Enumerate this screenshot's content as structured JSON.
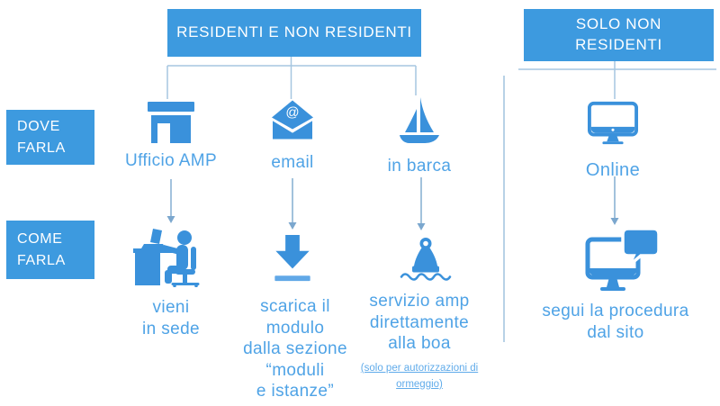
{
  "palette": {
    "box_blue": "#3D9ADF",
    "icon_blue": "#3A91DB",
    "text_blue": "#4FA3E6",
    "link_blue": "#60ABEA",
    "line_blue": "#A6C6E0",
    "arrow_blue": "#7BA7CE",
    "bar_blue": "#61A8E7"
  },
  "headers": {
    "left": "RESIDENTI E NON RESIDENTI",
    "right": "SOLO NON\nRESIDENTI"
  },
  "row_labels": {
    "dove": "DOVE\nFARLA",
    "come": "COME\nFARLA"
  },
  "where": [
    {
      "label": "Ufficio AMP",
      "icon": "office-building-icon"
    },
    {
      "label": "email",
      "icon": "open-envelope-at-icon"
    },
    {
      "label": "in barca",
      "icon": "sailboat-icon"
    },
    {
      "label": "Online",
      "icon": "desktop-monitor-icon"
    }
  ],
  "how": [
    {
      "label": "vieni\nin sede",
      "icon": "person-at-desk-icon"
    },
    {
      "label": "scarica il\nmodulo\ndalla sezione\n“moduli\ne istanze”",
      "icon": "download-icon"
    },
    {
      "label": "servizio amp\ndirettamente\nalla boa",
      "note": "(solo per autorizzazioni di\normeggio)",
      "icon": "mooring-buoy-icon"
    },
    {
      "label": "segui la procedura\ndal sito",
      "icon": "monitor-chat-icon"
    }
  ]
}
